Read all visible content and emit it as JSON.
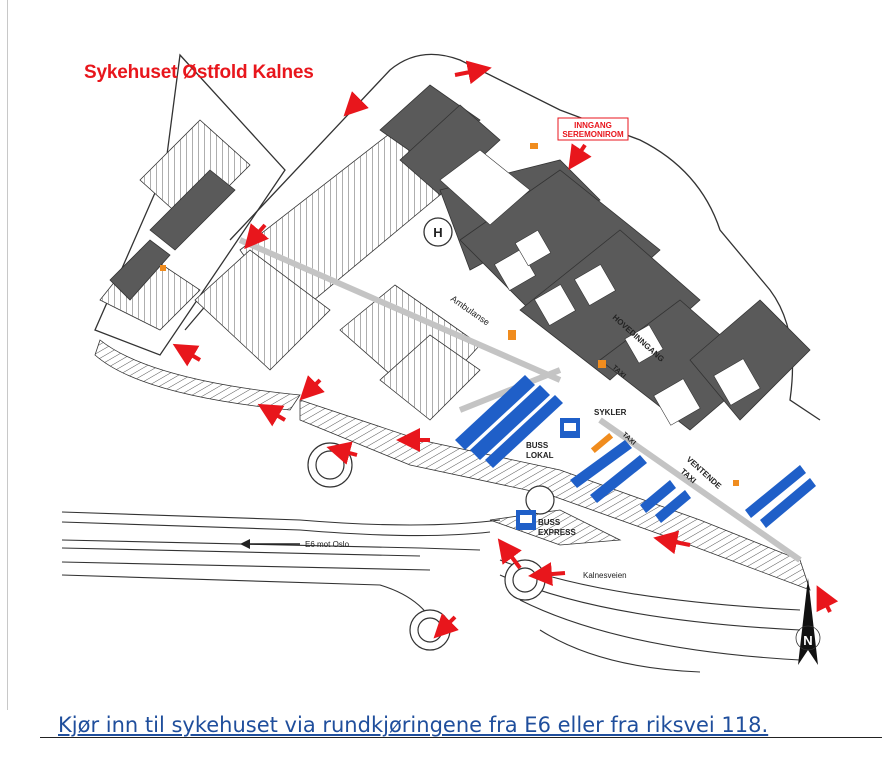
{
  "map": {
    "title": "Sykehuset Østfold Kalnes",
    "caption": "Kjør inn til sykehuset via rundkjøringene fra E6 eller fra riksvei 118.",
    "labels": {
      "entrance_ceremony_line1": "INNGANG",
      "entrance_ceremony_line2": "SEREMONIROM",
      "helipad": "H",
      "ambulance": "Ambulanse",
      "main_entrance": "HOVEDINNGANG",
      "taxi": "TAXI",
      "bikes": "SYKLER",
      "waiting_line1": "VENTENDE",
      "waiting_line2": "TAXI",
      "bus_local_line1": "BUSS",
      "bus_local_line2": "LOKAL",
      "bus_express_line1": "BUSS",
      "bus_express_line2": "EXPRESS",
      "e6_direction": "E6 mot Oslo",
      "road_name": "Kalnesveien",
      "north": "N"
    },
    "colors": {
      "title": "#e8161c",
      "caption": "#1f4e9c",
      "building": "#5a5a5a",
      "parking_blue": "#1f5fc8",
      "parking_orange": "#f08c1e",
      "arrow": "#e8161c",
      "road_line": "#333333",
      "walkway": "#c4c4c4"
    },
    "icons": [
      "bus-icon",
      "helipad-icon",
      "north-arrow-icon",
      "direction-arrow-icon"
    ]
  }
}
